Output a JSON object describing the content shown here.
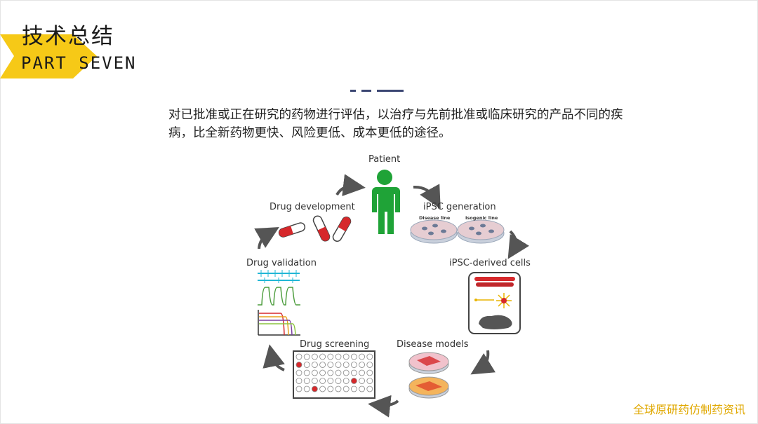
{
  "header": {
    "title": "技术总结",
    "subtitle": "PART  SEVEN"
  },
  "description": "对已批准或正在研究的药物进行评估，以治疗与先前批准或临床研究的产品不同的疾病，比全新药物更快、风险更低、成本更低的途径。",
  "diagram": {
    "patient_label": "Patient",
    "ipsc_generation_label": "iPSC generation",
    "disease_line_label": "Disease line",
    "isogenic_line_label": "Isogenic line",
    "ipsc_cells_label": "iPSC-derived cells",
    "disease_models_label": "Disease models",
    "drug_screening_label": "Drug screening",
    "drug_validation_label": "Drug validation",
    "drug_development_label": "Drug development",
    "colors": {
      "patient": "#1fa337",
      "arrow": "#555555",
      "red": "#d6282b",
      "cyan": "#22b7d6",
      "dish": "#b7c3d4"
    }
  },
  "watermark": "全球原研药仿制药资讯"
}
